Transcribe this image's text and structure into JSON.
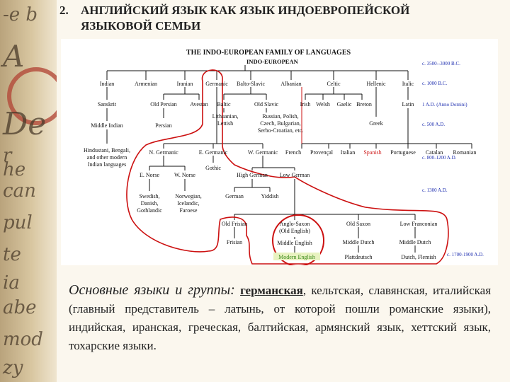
{
  "manuscript": [
    "-e b",
    "A",
    "De",
    "r",
    "he",
    "can",
    "pul",
    "te",
    "ia",
    "abe",
    "mod",
    "zy"
  ],
  "title": {
    "number": "2.",
    "line1": "АНГЛИЙСКИЙ ЯЗЫК КАК ЯЗЫК ИНДОЕВРОПЕЙСКОЙ",
    "line2": "ЯЗЫКОВОЙ СЕМЬИ"
  },
  "tree": {
    "heading": "THE INDO-EUROPEAN FAMILY OF LANGUAGES",
    "root": "INDO-EUROPEAN",
    "colors": {
      "line": "#111111",
      "date": "#1f2fb0",
      "annotation": "#cc1111",
      "highlight_fill": "#e8f2c0",
      "romance": "#d02020"
    },
    "dates": [
      "c. 3500--3000 B.C.",
      "c. 1000 B.C.",
      "1 A.D. (Anno Domini)",
      "c. 500 A.D.",
      "c. 800-1200 A.D.",
      "c. 1300 A.D.",
      "c. 1700-1900 A.D."
    ],
    "nodes": {
      "indian": "Indian",
      "armenian": "Armenian",
      "iranian": "Iranian",
      "germanic": "Germanic",
      "balto_slavic": "Balto-Slavic",
      "albanian": "Albanian",
      "celtic": "Celtic",
      "hellenic": "Hellenic",
      "italic": "Italic",
      "sanskrit": "Sanskrit",
      "old_persian": "Old Persian",
      "avestan": "Avestan",
      "baltic": "Baltic",
      "old_slavic": "Old Slavic",
      "irish": "Irish",
      "welsh": "Welsh",
      "gaelic": "Gaelic",
      "breton": "Breton",
      "latin": "Latin",
      "middle_indian": "Middle Indian",
      "persian": "Persian",
      "lith_1": "Lithuanian,",
      "lith_2": "Lettish",
      "slav_1": "Russian, Polish,",
      "slav_2": "Czech, Bulgarian,",
      "slav_3": "Serbo-Croatian, etc.",
      "greek": "Greek",
      "hind_1": "Hindustani, Bengali,",
      "hind_2": "and other modern",
      "hind_3": "Indian languages",
      "n_germanic": "N. Germanic",
      "e_germanic": "E. Germanic",
      "w_germanic": "W. Germanic",
      "french": "French",
      "provencal": "Provençal",
      "italian": "Italian",
      "spanish": "Spanish",
      "portuguese": "Portuguese",
      "catalan": "Catalan",
      "romanian": "Romanian",
      "e_norse": "E. Norse",
      "w_norse": "W. Norse",
      "gothic": "Gothic",
      "high_german": "High German",
      "low_german": "Low German",
      "german": "German",
      "yiddish": "Yiddish",
      "swedish": "Swedish,",
      "danish": "Danish,",
      "gothlandic": "Gothlandic",
      "norwegian": "Norwegian,",
      "icelandic": "Icelandic,",
      "faroese": "Faroese",
      "old_frisian": "Old Frisian",
      "anglo_saxon": "Anglo-Saxon",
      "old_english": "(Old English)",
      "old_saxon": "Old Saxon",
      "low_franconian": "Low Franconian",
      "frisian": "Frisian",
      "middle_english": "Middle English",
      "middle_dutch": "Middle Dutch",
      "modern_english": "Modern English",
      "plattdeutsch": "Plattdeutsch",
      "dutch_flemish": "Dutch, Flemish"
    }
  },
  "description": {
    "lead": "Основные  языки и группы:",
    "germanic": "германская",
    "rest": ", кельтская, славянская, италийская (главный представитель – латынь, от которой пошли романские языки), индийская, иранская, греческая, балтийская, армянский язык, хеттский язык, тохарские языки."
  }
}
